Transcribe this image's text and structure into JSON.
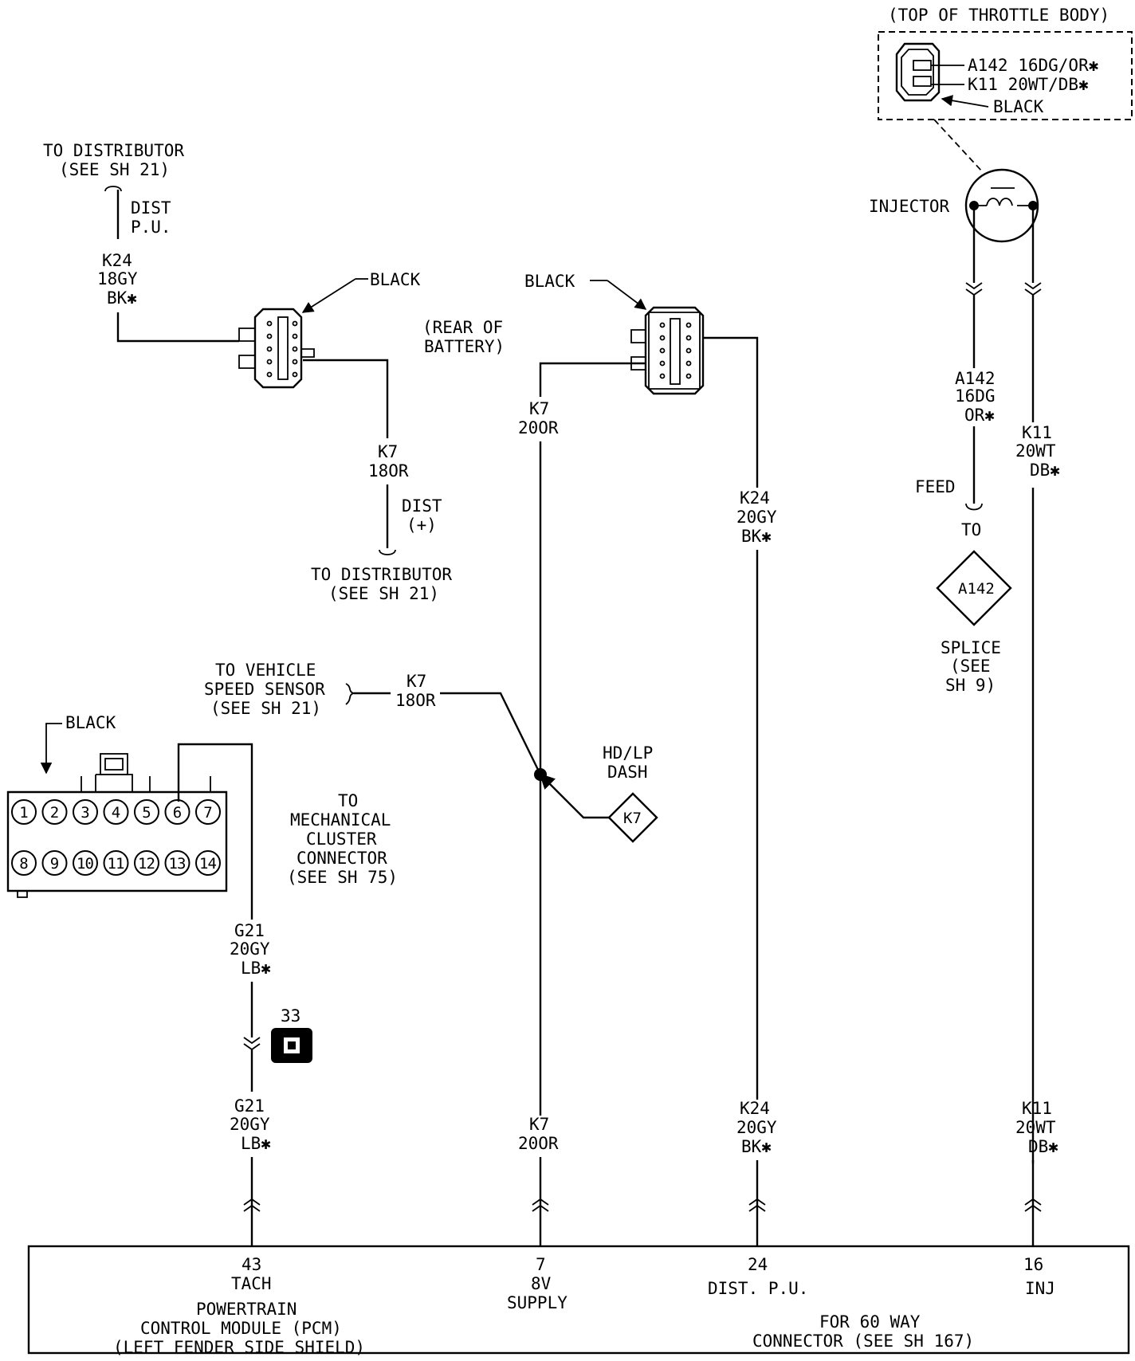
{
  "throttle_body": {
    "title": "(TOP OF THROTTLE BODY)",
    "pin1": "A142 16DG/OR✱",
    "pin2": "K11 20WT/DB✱",
    "color": "BLACK"
  },
  "injector": {
    "label": "INJECTOR",
    "symbol": "00"
  },
  "dist_pu_top": {
    "dest1": "TO DISTRIBUTOR",
    "dest2": "(SEE SH 21)",
    "name1": "DIST",
    "name2": "P.U."
  },
  "wire_k24_top": {
    "l1": "K24",
    "l2": "18GY",
    "l3": "BK✱"
  },
  "conn_left_color": "BLACK",
  "wire_k7_18or": {
    "l1": "K7",
    "l2": "18OR"
  },
  "dist_plus": {
    "name1": "DIST",
    "name2": "(+)",
    "dest1": "TO DISTRIBUTOR",
    "dest2": "(SEE SH 21)"
  },
  "battery_note": {
    "l1": "(REAR OF",
    "l2": "BATTERY)"
  },
  "conn_mid_color": "BLACK",
  "wire_k7_20or_top": {
    "l1": "K7",
    "l2": "20OR"
  },
  "wire_k24_20gy_top": {
    "l1": "K24",
    "l2": "20GY",
    "l3": "BK✱"
  },
  "wire_a142": {
    "l1": "A142",
    "l2": "16DG",
    "l3": "OR✱"
  },
  "wire_k11_top": {
    "l1": "K11",
    "l2": "20WT",
    "l3": "DB✱"
  },
  "feed": {
    "l1": "FEED",
    "l2": "TO"
  },
  "splice_a142": {
    "id": "A142",
    "l1": "SPLICE",
    "l2": "(SEE",
    "l3": "SH 9)"
  },
  "vss": {
    "l1": "TO VEHICLE",
    "l2": "SPEED SENSOR",
    "l3": "(SEE SH 21)",
    "wire1": "K7",
    "wire2": "18OR"
  },
  "splice_k7": {
    "id": "K7",
    "l1": "HD/LP",
    "l2": "DASH"
  },
  "cluster": {
    "color": "BLACK",
    "pins_top": [
      "1",
      "2",
      "3",
      "4",
      "5",
      "6",
      "7"
    ],
    "pins_bottom": [
      "8",
      "9",
      "10",
      "11",
      "12",
      "13",
      "14"
    ],
    "l1": "TO",
    "l2": "MECHANICAL",
    "l3": "CLUSTER",
    "l4": "CONNECTOR",
    "l5": "(SEE SH 75)"
  },
  "wire_g21_top": {
    "l1": "G21",
    "l2": "20GY",
    "l3": "LB✱"
  },
  "ground_33": "33",
  "wire_g21_bot": {
    "l1": "G21",
    "l2": "20GY",
    "l3": "LB✱"
  },
  "wire_k7_20or_bot": {
    "l1": "K7",
    "l2": "20OR"
  },
  "wire_k24_20gy_bot": {
    "l1": "K24",
    "l2": "20GY",
    "l3": "BK✱"
  },
  "wire_k11_bot": {
    "l1": "K11",
    "l2": "20WT",
    "l3": "DB✱"
  },
  "pcm": {
    "pin43": "43",
    "pin43_name": "TACH",
    "pin7": "7",
    "pin7_name1": "8V",
    "pin7_name2": "SUPPLY",
    "pin24": "24",
    "pin24_name": "DIST. P.U.",
    "pin16": "16",
    "pin16_name": "INJ",
    "name1": "POWERTRAIN",
    "name2": "CONTROL MODULE (PCM)",
    "name3": "(LEFT FENDER SIDE SHIELD)",
    "note1": "FOR 60 WAY",
    "note2": "CONNECTOR (SEE SH 167)"
  }
}
